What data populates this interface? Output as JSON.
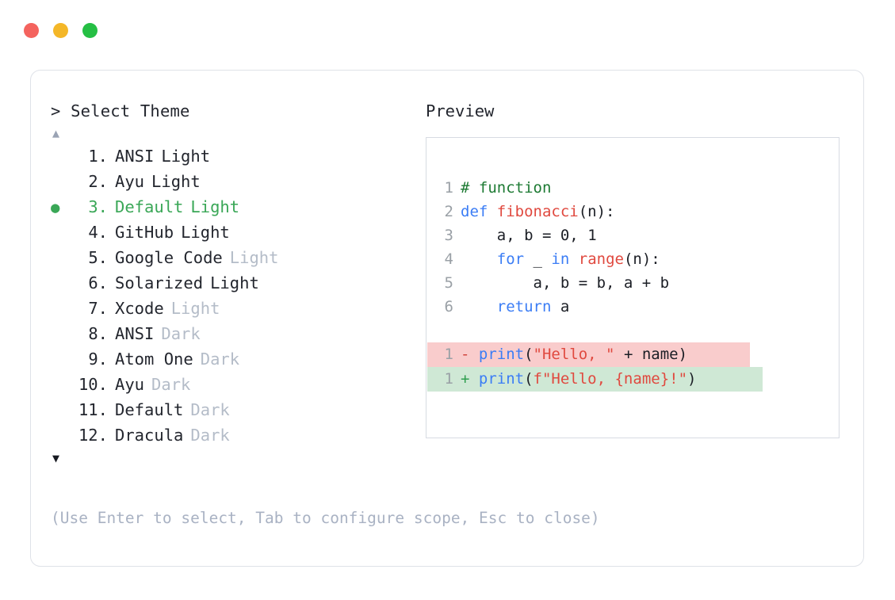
{
  "window": {
    "dots": [
      {
        "name": "close",
        "color": "#f4635e"
      },
      {
        "name": "minimize",
        "color": "#f4b728"
      },
      {
        "name": "maximize",
        "color": "#25bf44"
      }
    ]
  },
  "picker": {
    "prompt": "> Select Theme",
    "scroll_up_glyph": "▲",
    "scroll_down_glyph": "▼",
    "selected_index": 3,
    "selected_bullet": "●",
    "accent_color": "#3aa757",
    "dim_color": "#b4bcc8",
    "items": [
      {
        "num": "1.",
        "main": "ANSI",
        "suffix": "Light",
        "suffix_dim": false,
        "selected": false
      },
      {
        "num": "2.",
        "main": "Ayu",
        "suffix": "Light",
        "suffix_dim": false,
        "selected": false
      },
      {
        "num": "3.",
        "main": "Default",
        "suffix": "Light",
        "suffix_dim": false,
        "selected": true
      },
      {
        "num": "4.",
        "main": "GitHub",
        "suffix": "Light",
        "suffix_dim": false,
        "selected": false
      },
      {
        "num": "5.",
        "main": "Google Code",
        "suffix": "Light",
        "suffix_dim": true,
        "selected": false
      },
      {
        "num": "6.",
        "main": "Solarized",
        "suffix": "Light",
        "suffix_dim": false,
        "selected": false
      },
      {
        "num": "7.",
        "main": "Xcode",
        "suffix": "Light",
        "suffix_dim": true,
        "selected": false
      },
      {
        "num": "8.",
        "main": "ANSI",
        "suffix": "Dark",
        "suffix_dim": true,
        "selected": false
      },
      {
        "num": "9.",
        "main": "Atom One",
        "suffix": "Dark",
        "suffix_dim": true,
        "selected": false
      },
      {
        "num": "10.",
        "main": "Ayu",
        "suffix": "Dark",
        "suffix_dim": true,
        "selected": false
      },
      {
        "num": "11.",
        "main": "Default",
        "suffix": "Dark",
        "suffix_dim": true,
        "selected": false
      },
      {
        "num": "12.",
        "main": "Dracula",
        "suffix": "Dark",
        "suffix_dim": true,
        "selected": false
      }
    ]
  },
  "preview": {
    "title": "Preview",
    "code_lines": [
      {
        "n": "1",
        "tokens": [
          {
            "t": "# function",
            "c": "tok-comment"
          }
        ]
      },
      {
        "n": "2",
        "tokens": [
          {
            "t": "def ",
            "c": "tok-kw"
          },
          {
            "t": "fibonacci",
            "c": "tok-fn"
          },
          {
            "t": "(n):",
            "c": "tok-plain"
          }
        ]
      },
      {
        "n": "3",
        "tokens": [
          {
            "t": "    a, b ",
            "c": "tok-plain"
          },
          {
            "t": "= ",
            "c": "tok-plain"
          },
          {
            "t": "0",
            "c": "tok-num"
          },
          {
            "t": ", ",
            "c": "tok-plain"
          },
          {
            "t": "1",
            "c": "tok-num"
          }
        ]
      },
      {
        "n": "4",
        "tokens": [
          {
            "t": "    ",
            "c": "tok-plain"
          },
          {
            "t": "for ",
            "c": "tok-kw"
          },
          {
            "t": "_ ",
            "c": "tok-plain"
          },
          {
            "t": "in ",
            "c": "tok-kw"
          },
          {
            "t": "range",
            "c": "tok-builtin"
          },
          {
            "t": "(n):",
            "c": "tok-plain"
          }
        ]
      },
      {
        "n": "5",
        "tokens": [
          {
            "t": "        a, b = b, a + b",
            "c": "tok-plain"
          }
        ]
      },
      {
        "n": "6",
        "tokens": [
          {
            "t": "    ",
            "c": "tok-plain"
          },
          {
            "t": "return ",
            "c": "tok-kw"
          },
          {
            "t": "a",
            "c": "tok-plain"
          }
        ]
      }
    ],
    "diff_lines": [
      {
        "n": "1",
        "sign": "-",
        "kind": "minus",
        "tokens": [
          {
            "t": "print",
            "c": "tok-kw"
          },
          {
            "t": "(",
            "c": "tok-plain"
          },
          {
            "t": "\"Hello, \"",
            "c": "tok-str"
          },
          {
            "t": " + name)",
            "c": "tok-plain"
          }
        ]
      },
      {
        "n": "1",
        "sign": "+",
        "kind": "plus",
        "tokens": [
          {
            "t": "print",
            "c": "tok-kw"
          },
          {
            "t": "(",
            "c": "tok-plain"
          },
          {
            "t": "f\"Hello, {name}!\"",
            "c": "tok-str"
          },
          {
            "t": ")",
            "c": "tok-plain"
          }
        ]
      }
    ],
    "diff_minus_bg": "#f9cccc",
    "diff_plus_bg": "#cfe8d5"
  },
  "hint": "(Use Enter to select, Tab to configure scope, Esc to close)"
}
